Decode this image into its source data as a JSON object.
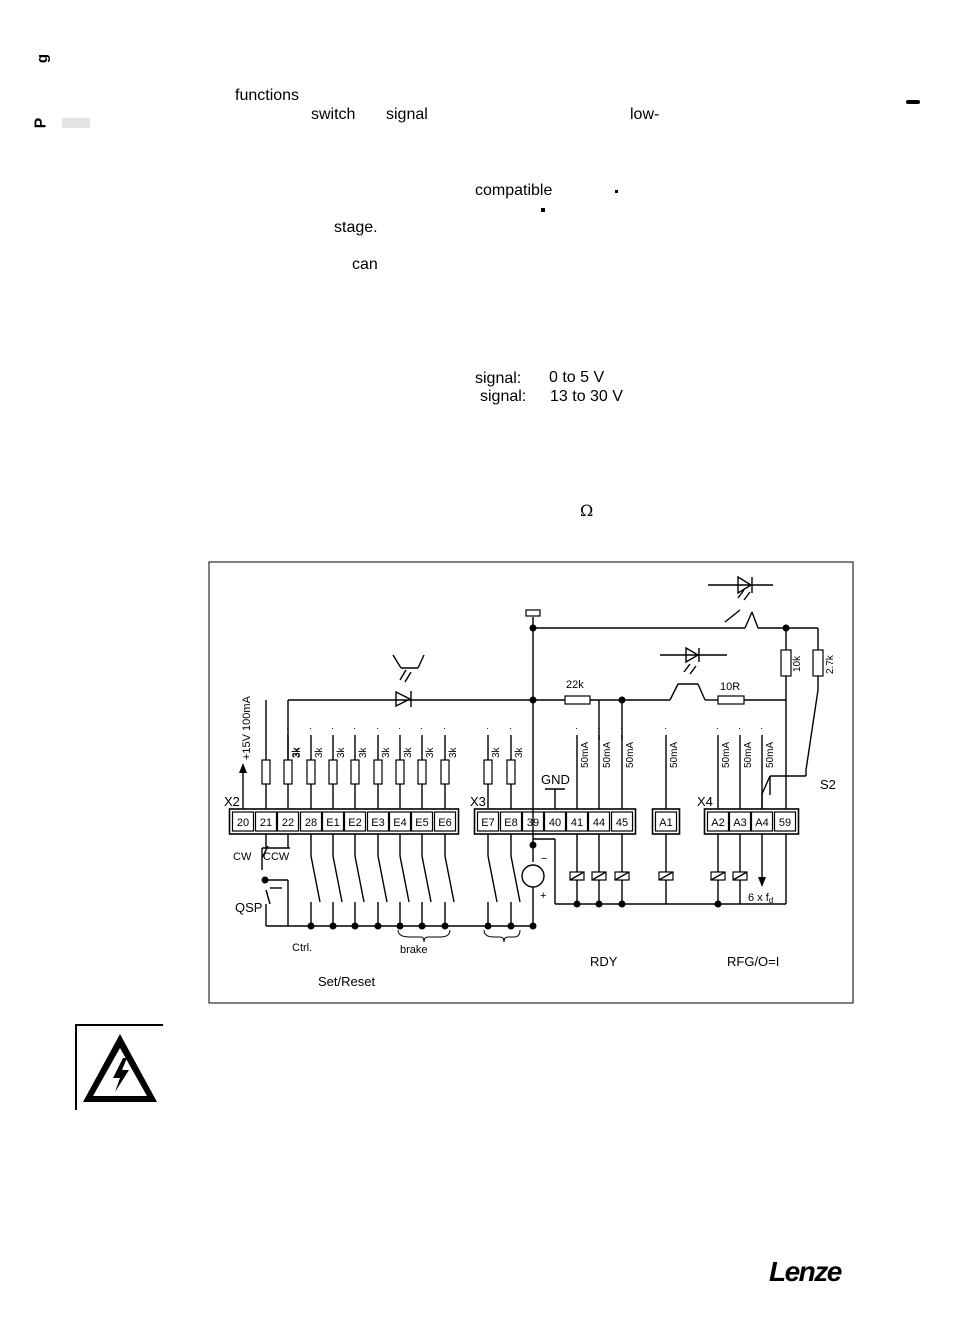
{
  "margin": {
    "tab_top": "g",
    "tab_mid": "P"
  },
  "text_fragments": {
    "functions": "functions",
    "switch": "switch",
    "signal": "signal",
    "low": "low-",
    "compatible": "compatible",
    "stage": "stage.",
    "can": "can",
    "signal_low_label": "signal:",
    "signal_low_value": "0 to 5 V",
    "signal_high_label": "signal:",
    "signal_high_value": "13 to 30 V",
    "omega": "Ω"
  },
  "diagram": {
    "x2_label": "X2",
    "x3_label": "X3",
    "x4_label": "X4",
    "x2_terminals": [
      "20",
      "21",
      "22",
      "28",
      "E1",
      "E2",
      "E3",
      "E4",
      "E5",
      "E6"
    ],
    "x3_terminals": [
      "E7",
      "E8",
      "39",
      "40",
      "41",
      "44",
      "45"
    ],
    "a1_terminal": "A1",
    "x4_terminals": [
      "A2",
      "A3",
      "A4",
      "59"
    ],
    "supply_label": "+15V 100mA",
    "input_resistor": "3k",
    "output_current": "50mA",
    "res_22k": "22k",
    "res_10r": "10R",
    "res_10k": "10k",
    "res_2_7k": "2.7k",
    "gnd": "GND",
    "s2": "S2",
    "cw": "CW",
    "ccw": "CCW",
    "qsp": "QSP",
    "ctrl": "Ctrl.",
    "brake": "brake",
    "set_reset": "Set/Reset",
    "rdy": "RDY",
    "rfg": "RFG/O=I",
    "freq_out": "6 x f",
    "freq_sub": "d",
    "minus": "−",
    "plus": "+"
  },
  "logo": "Lenze"
}
